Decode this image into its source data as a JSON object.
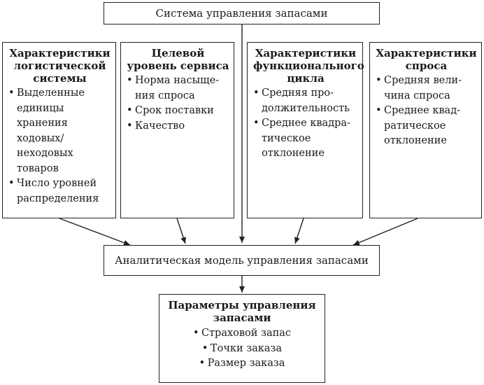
{
  "top": {
    "title": "Система управления запасами"
  },
  "columns": [
    {
      "title": "Характеристики логистической системы",
      "items": [
        "Выделенные единицы хранения ходовых/ неходовых товаров",
        "Число уровней распределения"
      ]
    },
    {
      "title": "Целевой уровень сервиса",
      "items": [
        "Норма насыще-ния спроса",
        "Срок поставки",
        "Качество"
      ]
    },
    {
      "title": "Характеристики функционального цикла",
      "items": [
        "Средняя про-должительность",
        "Среднее квадра-тическое отклонение"
      ]
    },
    {
      "title": "Характеристики спроса",
      "items": [
        "Средняя вели-чина спроса",
        "Среднее квад-ратическое отклонение"
      ]
    }
  ],
  "model": {
    "title": "Аналитическая модель управления запасами"
  },
  "params": {
    "title": "Параметры управления запасами",
    "items": [
      "Страховой запас",
      "Точки заказа",
      "Размер заказа"
    ]
  }
}
